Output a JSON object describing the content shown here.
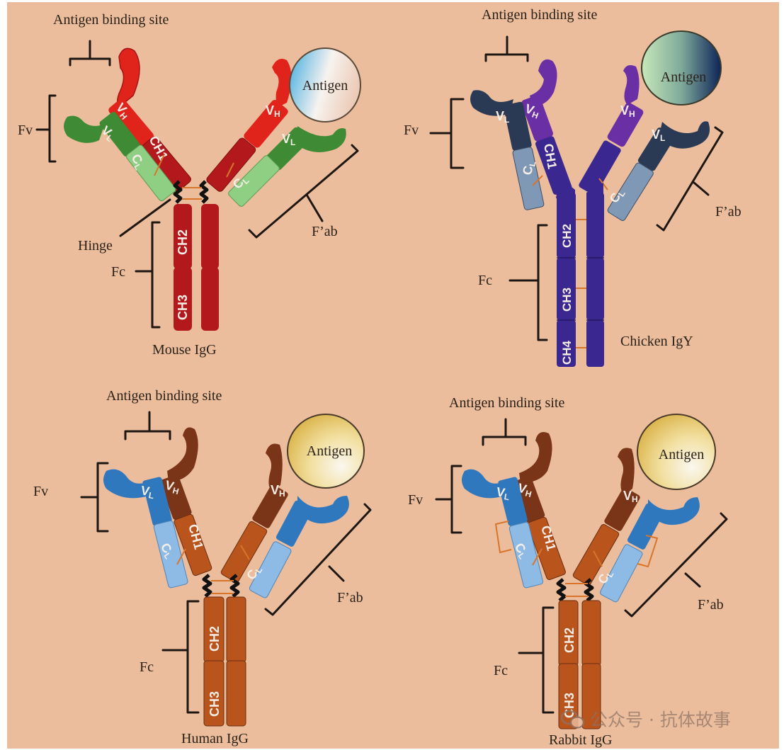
{
  "figure": {
    "title": "Antibody structure comparison: Mouse IgG, Chicken IgY, Human IgG, Rabbit IgG",
    "background_color": "#ebbd9c",
    "watermark": {
      "icon": "wechat-icon",
      "text": "公众号 · 抗体故事"
    }
  },
  "panels": [
    {
      "id": "mouse",
      "species_label": "Mouse IgG",
      "antigen_binding_site_label": "Antigen binding site",
      "antigen_label": "Antigen",
      "fv_label": "Fv",
      "fc_label": "Fc",
      "fab_label": "F’ab",
      "hinge_label": "Hinge",
      "domains": {
        "vh": "VH",
        "vl": "VL",
        "cl": "CL",
        "ch1": "CH1",
        "ch2": "CH2",
        "ch3": "CH3"
      },
      "colors": {
        "heavy_v": "#e0241c",
        "heavy_c": "#b3191c",
        "light_v": "#3f8a34",
        "light_c": "#8fcf84",
        "antigen": [
          "#5ab8e0",
          "#f7f1ea",
          "#efd2c2"
        ]
      }
    },
    {
      "id": "chicken",
      "species_label": "Chicken IgY",
      "antigen_binding_site_label": "Antigen binding site",
      "antigen_label": "Antigen",
      "fv_label": "Fv",
      "fc_label": "Fc",
      "fab_label": "F’ab",
      "domains": {
        "vh": "VH",
        "vl": "VL",
        "cl": "CL",
        "ch1": "CH1",
        "ch2": "CH2",
        "ch3": "CH3",
        "ch4": "CH4"
      },
      "colors": {
        "heavy_v": "#6a2fa4",
        "heavy_c": "#3b2790",
        "light_v": "#2a3a55",
        "light_c": "#7f98b5",
        "antigen": [
          "#c3e6b7",
          "#8fb7a3",
          "#112a5c"
        ]
      }
    },
    {
      "id": "human",
      "species_label": "Human IgG",
      "antigen_binding_site_label": "Antigen binding site",
      "antigen_label": "Antigen",
      "fv_label": "Fv",
      "fc_label": "Fc",
      "fab_label": "F’ab",
      "domains": {
        "vh": "VH",
        "vl": "VL",
        "cl": "CL",
        "ch1": "CH1",
        "ch2": "CH2",
        "ch3": "CH3"
      },
      "colors": {
        "heavy_v": "#7a3518",
        "heavy_c": "#b9541d",
        "light_v": "#2f78be",
        "light_c": "#8dbbe6",
        "antigen": [
          "#f7f3e6",
          "#f1dd9b",
          "#d4a833"
        ]
      }
    },
    {
      "id": "rabbit",
      "species_label": "Rabbit IgG",
      "antigen_binding_site_label": "Antigen binding site",
      "antigen_label": "Antigen",
      "fv_label": "Fv",
      "fc_label": "Fc",
      "fab_label": "F’ab",
      "domains": {
        "vh": "VH",
        "vl": "VL",
        "cl": "CL",
        "ch1": "CH1",
        "ch2": "CH2",
        "ch3": "CH3"
      },
      "colors": {
        "heavy_v": "#7a3518",
        "heavy_c": "#b9541d",
        "light_v": "#2f78be",
        "light_c": "#8dbbe6",
        "antigen": [
          "#f7f3e6",
          "#f1dd9b",
          "#d4a833"
        ]
      }
    }
  ]
}
